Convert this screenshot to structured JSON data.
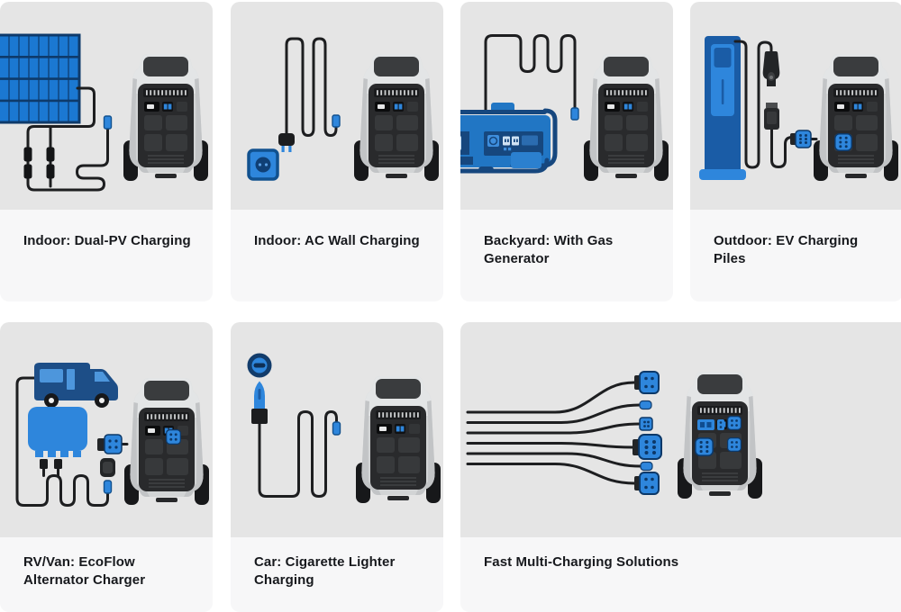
{
  "colors": {
    "accent_blue": "#2e86dc",
    "solar_blue": "#1b78d2",
    "dark_navy": "#16477e",
    "cable_black": "#1d1e20",
    "illustration_bg": "#e5e5e5",
    "caption_bg": "#f7f7f8",
    "caption_text": "#17191d",
    "station_body_gray": "#d2d4d5",
    "station_panel_dark": "#292a2c"
  },
  "cards": [
    {
      "caption": "Indoor: Dual-PV Charging",
      "illustration": "solar-panel-to-power-station"
    },
    {
      "caption": "Indoor: AC Wall Charging",
      "illustration": "wall-outlet-to-power-station"
    },
    {
      "caption": "Backyard: With Gas Generator",
      "illustration": "gas-generator-to-power-station"
    },
    {
      "caption": "Outdoor: EV Charging Piles",
      "illustration": "ev-pile-to-power-station"
    },
    {
      "caption": "RV/Van: EcoFlow Alternator Charger",
      "illustration": "rv-alternator-to-power-station"
    },
    {
      "caption": "Car: Cigarette Lighter Charging",
      "illustration": "cigarette-lighter-to-power-station"
    },
    {
      "caption": "Fast Multi-Charging Solutions",
      "illustration": "multi-cable-power-station"
    }
  ]
}
